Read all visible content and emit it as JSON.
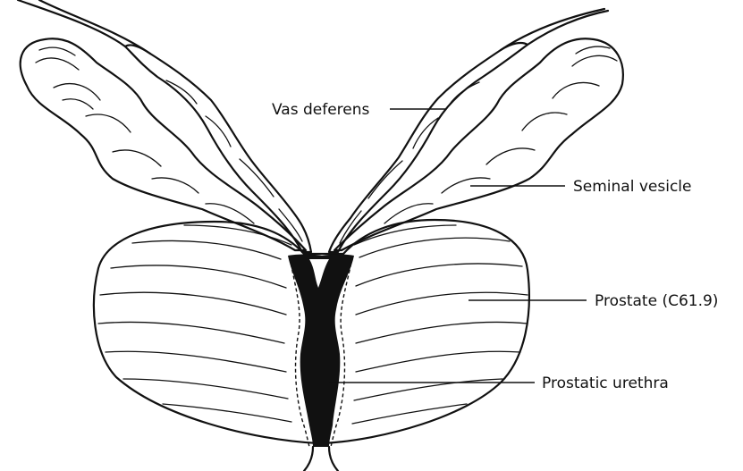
{
  "labels": {
    "vas_deferens": "Vas deferens",
    "seminal_vesicle": "Seminal vesicle",
    "prostate": "Prostate (C61.9)",
    "prostatic_urethra": "Prostatic urethra"
  }
}
